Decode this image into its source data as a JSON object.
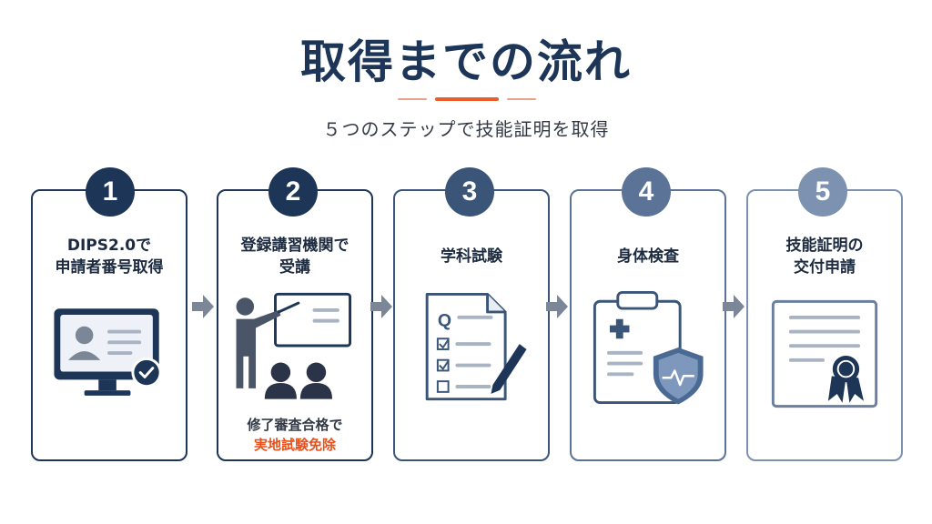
{
  "title": "取得までの流れ",
  "subtitle": "５つのステップで技能証明を取得",
  "steps": [
    {
      "number": "1",
      "label": "DIPS2.0で\n申請者番号取得",
      "color": "#1d3557"
    },
    {
      "number": "2",
      "label": "登録講習機関で\n受講",
      "color": "#1d3557",
      "note_line1": "修了審査合格で",
      "note_line2": "実地試験免除",
      "note_color": "#e8501c"
    },
    {
      "number": "3",
      "label": "学科試験",
      "color": "#3a5578"
    },
    {
      "number": "4",
      "label": "身体検査",
      "color": "#5a7396"
    },
    {
      "number": "5",
      "label": "技能証明の\n交付申請",
      "color": "#7d92b1"
    }
  ],
  "icons": [
    "monitor-check-icon",
    "teacher-whiteboard-icon",
    "quiz-sheet-pen-icon",
    "clipboard-medical-shield-icon",
    "certificate-ribbon-icon",
    "arrow-right-icon"
  ],
  "quiz_letter": "Q"
}
